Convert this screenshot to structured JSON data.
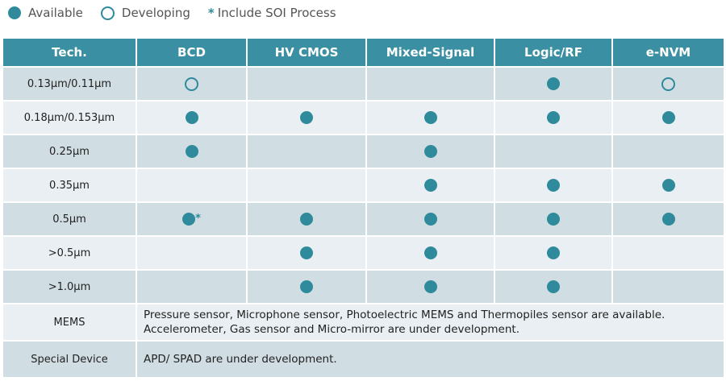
{
  "legend": {
    "available": "Available",
    "developing": "Developing",
    "soi_marker": "*",
    "soi": "Include SOI Process"
  },
  "colors": {
    "accent": "#2f8a9c",
    "header": "#3a8fa2"
  },
  "columns": [
    "Tech.",
    "BCD",
    "HV CMOS",
    "Mixed-Signal",
    "Logic/RF",
    "e-NVM"
  ],
  "rows": [
    {
      "tech": "0.13µm/0.11µm",
      "cells": [
        "developing",
        "",
        "",
        "available",
        "developing"
      ]
    },
    {
      "tech": "0.18µm/0.153µm",
      "cells": [
        "available",
        "available",
        "available",
        "available",
        "available"
      ]
    },
    {
      "tech": "0.25µm",
      "cells": [
        "available",
        "",
        "available",
        "",
        ""
      ]
    },
    {
      "tech": "0.35µm",
      "cells": [
        "",
        "",
        "available",
        "available",
        "available"
      ]
    },
    {
      "tech": "0.5µm",
      "cells": [
        "available*",
        "available",
        "available",
        "available",
        "available"
      ]
    },
    {
      "tech": ">0.5µm",
      "cells": [
        "",
        "available",
        "available",
        "available",
        ""
      ]
    },
    {
      "tech": ">1.0µm",
      "cells": [
        "",
        "available",
        "available",
        "available",
        ""
      ]
    }
  ],
  "mems": {
    "label": "MEMS",
    "line1": "Pressure sensor, Microphone sensor, Photoelectric MEMS and Thermopiles sensor are available.",
    "line2": "Accelerometer, Gas sensor and Micro-mirror are under development."
  },
  "special": {
    "label": "Special Device",
    "text": "APD/ SPAD are under development."
  }
}
